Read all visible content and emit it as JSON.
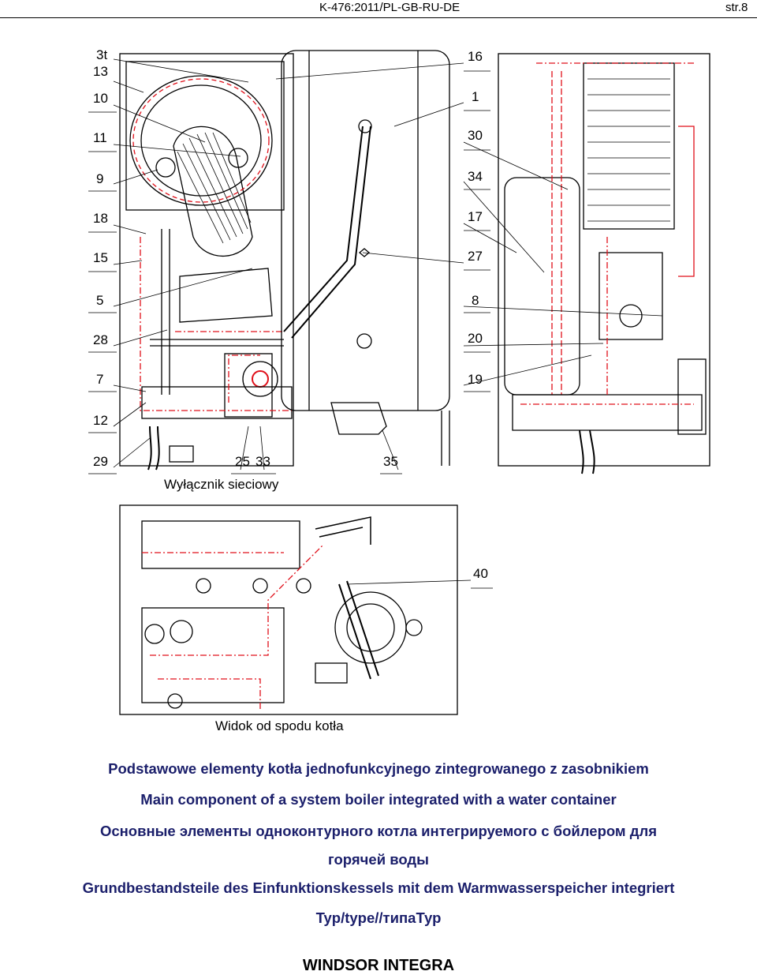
{
  "header": {
    "doc_code": "K-476:2011/PL-GB-RU-DE",
    "page": "str.8"
  },
  "callouts_left": [
    "3t",
    "13",
    "10",
    "11",
    "9",
    "18",
    "15",
    "5",
    "28",
    "7",
    "12",
    "29"
  ],
  "callouts_right": [
    "16",
    "1",
    "30",
    "34",
    "17",
    "27",
    "8",
    "20",
    "19"
  ],
  "callouts_bottom": [
    "25",
    "33",
    "35"
  ],
  "callout_40": "40",
  "caption_switch": "Wyłącznik sieciowy",
  "caption_bottom_view": "Widok od spodu kotła",
  "titles": {
    "pl": "Podstawowe elementy kotła jednofunkcyjnego zintegrowanego z zasobnikiem",
    "en": "Main component of a system boiler integrated with a water container",
    "ru1": "Основные элементы  одноконтурного котла интегрируемого с бойлером для",
    "ru2": "горячей воды",
    "de": "Grundbestandsteile des Einfunktionskessels mit dem Warmwasserspeicher integriert",
    "type": "Typ/type//типаТур"
  },
  "model": "WINDSOR INTEGRA",
  "colors": {
    "accent_red": "#e0101a",
    "line": "#000000",
    "title_blue": "#1b1f6b"
  }
}
